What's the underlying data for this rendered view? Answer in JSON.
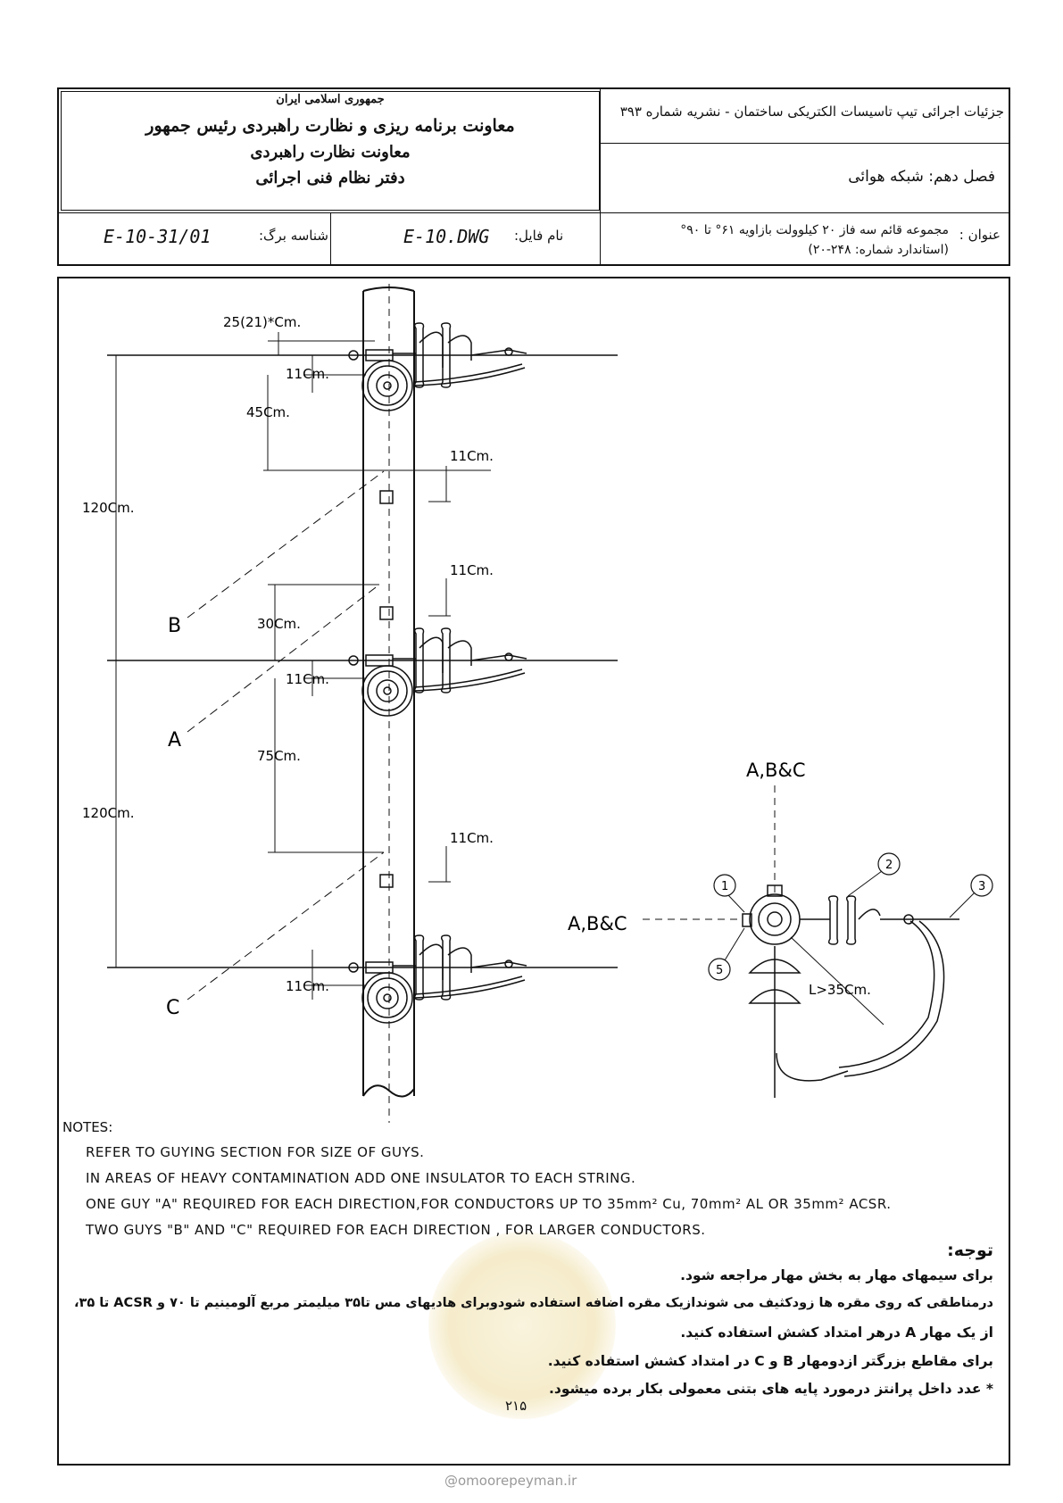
{
  "header": {
    "org_line1": "جمهوری اسلامی ایران",
    "org_line2": "معاونت برنامه ریزی و نظارت راهبردی رئیس جمهور",
    "org_line3": "معاونت نظارت راهبردی",
    "org_line4": "دفتر نظام فنی اجرائی",
    "publication": "جزئیات اجرائی تیپ تاسیسات الکتریکی ساختمان - نشریه شماره ۳۹۳",
    "chapter": "فصل دهم: شبکه هوائی",
    "title_label": "عنوان :",
    "title_line1": "مجموعه قائم سه فاز ۲۰ کیلوولت بازاویه ۶۱° تا ۹۰°",
    "title_line2": "(استاندارد شماره: ۲۴۸-۲۰)",
    "file_label": "نام فایل:",
    "file_value": "E-10.DWG",
    "sheet_label": "شناسه برگ:",
    "sheet_value": "E-10-31/01"
  },
  "drawing": {
    "dims": {
      "d1": "25(21)*Cm.",
      "d2": "11Cm.",
      "d3": "45Cm.",
      "d4": "11Cm.",
      "d5": "120Cm.",
      "d6": "11Cm.",
      "d7": "30Cm.",
      "d8": "11Cm.",
      "d9": "75Cm.",
      "d10": "120Cm.",
      "d11": "11Cm.",
      "d12": "11Cm."
    },
    "guy_labels": {
      "b": "B",
      "a": "A",
      "c": "C"
    },
    "detail": {
      "top_label": "A,B&C",
      "left_label": "A,B&C",
      "clearance": "L>35Cm.",
      "callouts": [
        "1",
        "2",
        "3",
        "5"
      ]
    }
  },
  "notes_en": {
    "heading": "NOTES:",
    "n1": "REFER TO GUYING SECTION FOR SIZE OF GUYS.",
    "n2": "IN AREAS OF HEAVY CONTAMINATION ADD ONE INSULATOR TO EACH STRING.",
    "n3": "ONE GUY \"A\" REQUIRED FOR EACH DIRECTION,FOR CONDUCTORS UP TO 35mm² Cu, 70mm² AL OR 35mm² ACSR.",
    "n4": "TWO GUYS \"B\" AND \"C\" REQUIRED FOR EACH DIRECTION , FOR LARGER CONDUCTORS."
  },
  "notes_fa": {
    "heading": "توجه:",
    "n1": "برای سیمهای مهار به بخش مهار مراجعه شود.",
    "n2": "درمناطقی که روی مقره ها زودکثیف می شوندازیک مقره اضافه استفاده شودوبرای هادیهای مس تا۳۵ میلیمتر مربع آلومینیم تا ۷۰ و ACSR تا ۳۵،",
    "n3": "از یک مهار A درهر امتداد کشش استفاده کنید.",
    "n4": "برای مقاطع بزرگتر ازدومهار B و C در امتداد کشش استفاده کنید.",
    "n5": "* عدد داخل پرانتز درمورد پایه های بتنی معمولی بکار برده میشود."
  },
  "footer": {
    "page_number": "۲۱۵",
    "site": "@omoorepeyman.ir"
  }
}
